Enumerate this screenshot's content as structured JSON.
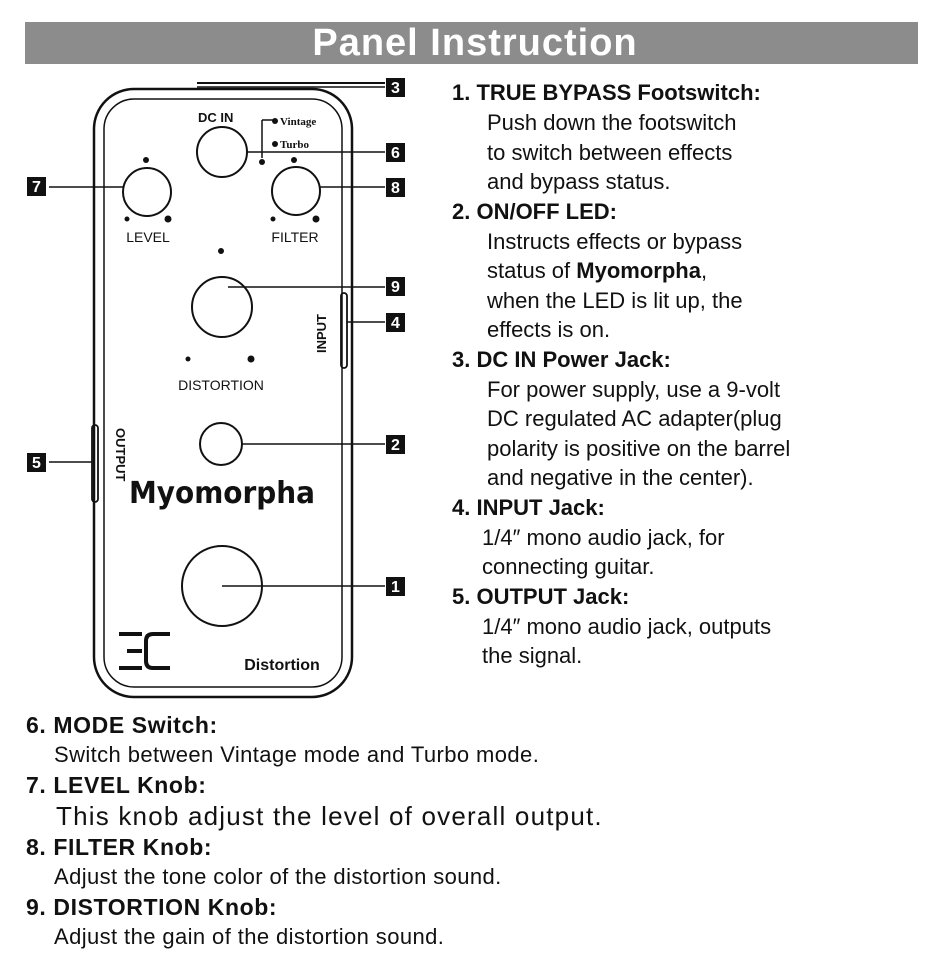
{
  "header": {
    "title": "Panel Instruction"
  },
  "pedal": {
    "labels": {
      "dc_in": "DC IN",
      "vintage": "Vintage",
      "turbo": "Turbo",
      "level": "LEVEL",
      "filter": "FILTER",
      "distortion": "DISTORTION",
      "input": "INPUT",
      "output": "OUTPUT",
      "brand_name": "Myomorpha",
      "model": "Distortion",
      "logo": "EC"
    },
    "callouts": [
      "1",
      "2",
      "3",
      "4",
      "5",
      "6",
      "7",
      "8",
      "9"
    ]
  },
  "right_items": [
    {
      "title": "1. TRUE BYPASS   Footswitch:",
      "body": "Push down the footswitch\nto switch between effects\nand bypass status."
    },
    {
      "title": "2. ON/OFF LED:",
      "body_pre": "Instructs effects or bypass\nstatus of ",
      "body_strong": "Myomorpha",
      "body_post": ",\nwhen the LED is lit up, the\neffects is on."
    },
    {
      "title": "3. DC IN Power Jack:",
      "body": " For power supply, use a 9-volt\nDC regulated AC adapter(plug\npolarity is positive on the barrel\nand negative in the center)."
    },
    {
      "title": "4. INPUT Jack:",
      "body": "1/4″ mono audio jack, for\n connecting guitar."
    },
    {
      "title": "5. OUTPUT Jack:",
      "body": "1/4″ mono audio jack, outputs\n the signal."
    }
  ],
  "bottom_items": [
    {
      "title": "6. MODE Switch:",
      "body": "Switch between Vintage mode and Turbo mode."
    },
    {
      "title": "7. LEVEL Knob:",
      "body": "This knob adjust the level of overall output."
    },
    {
      "title": "8. FILTER Knob:",
      "body": "Adjust the tone color of the distortion sound."
    },
    {
      "title": "9. DISTORTION Knob:",
      "body": "Adjust the gain of the distortion sound."
    }
  ]
}
